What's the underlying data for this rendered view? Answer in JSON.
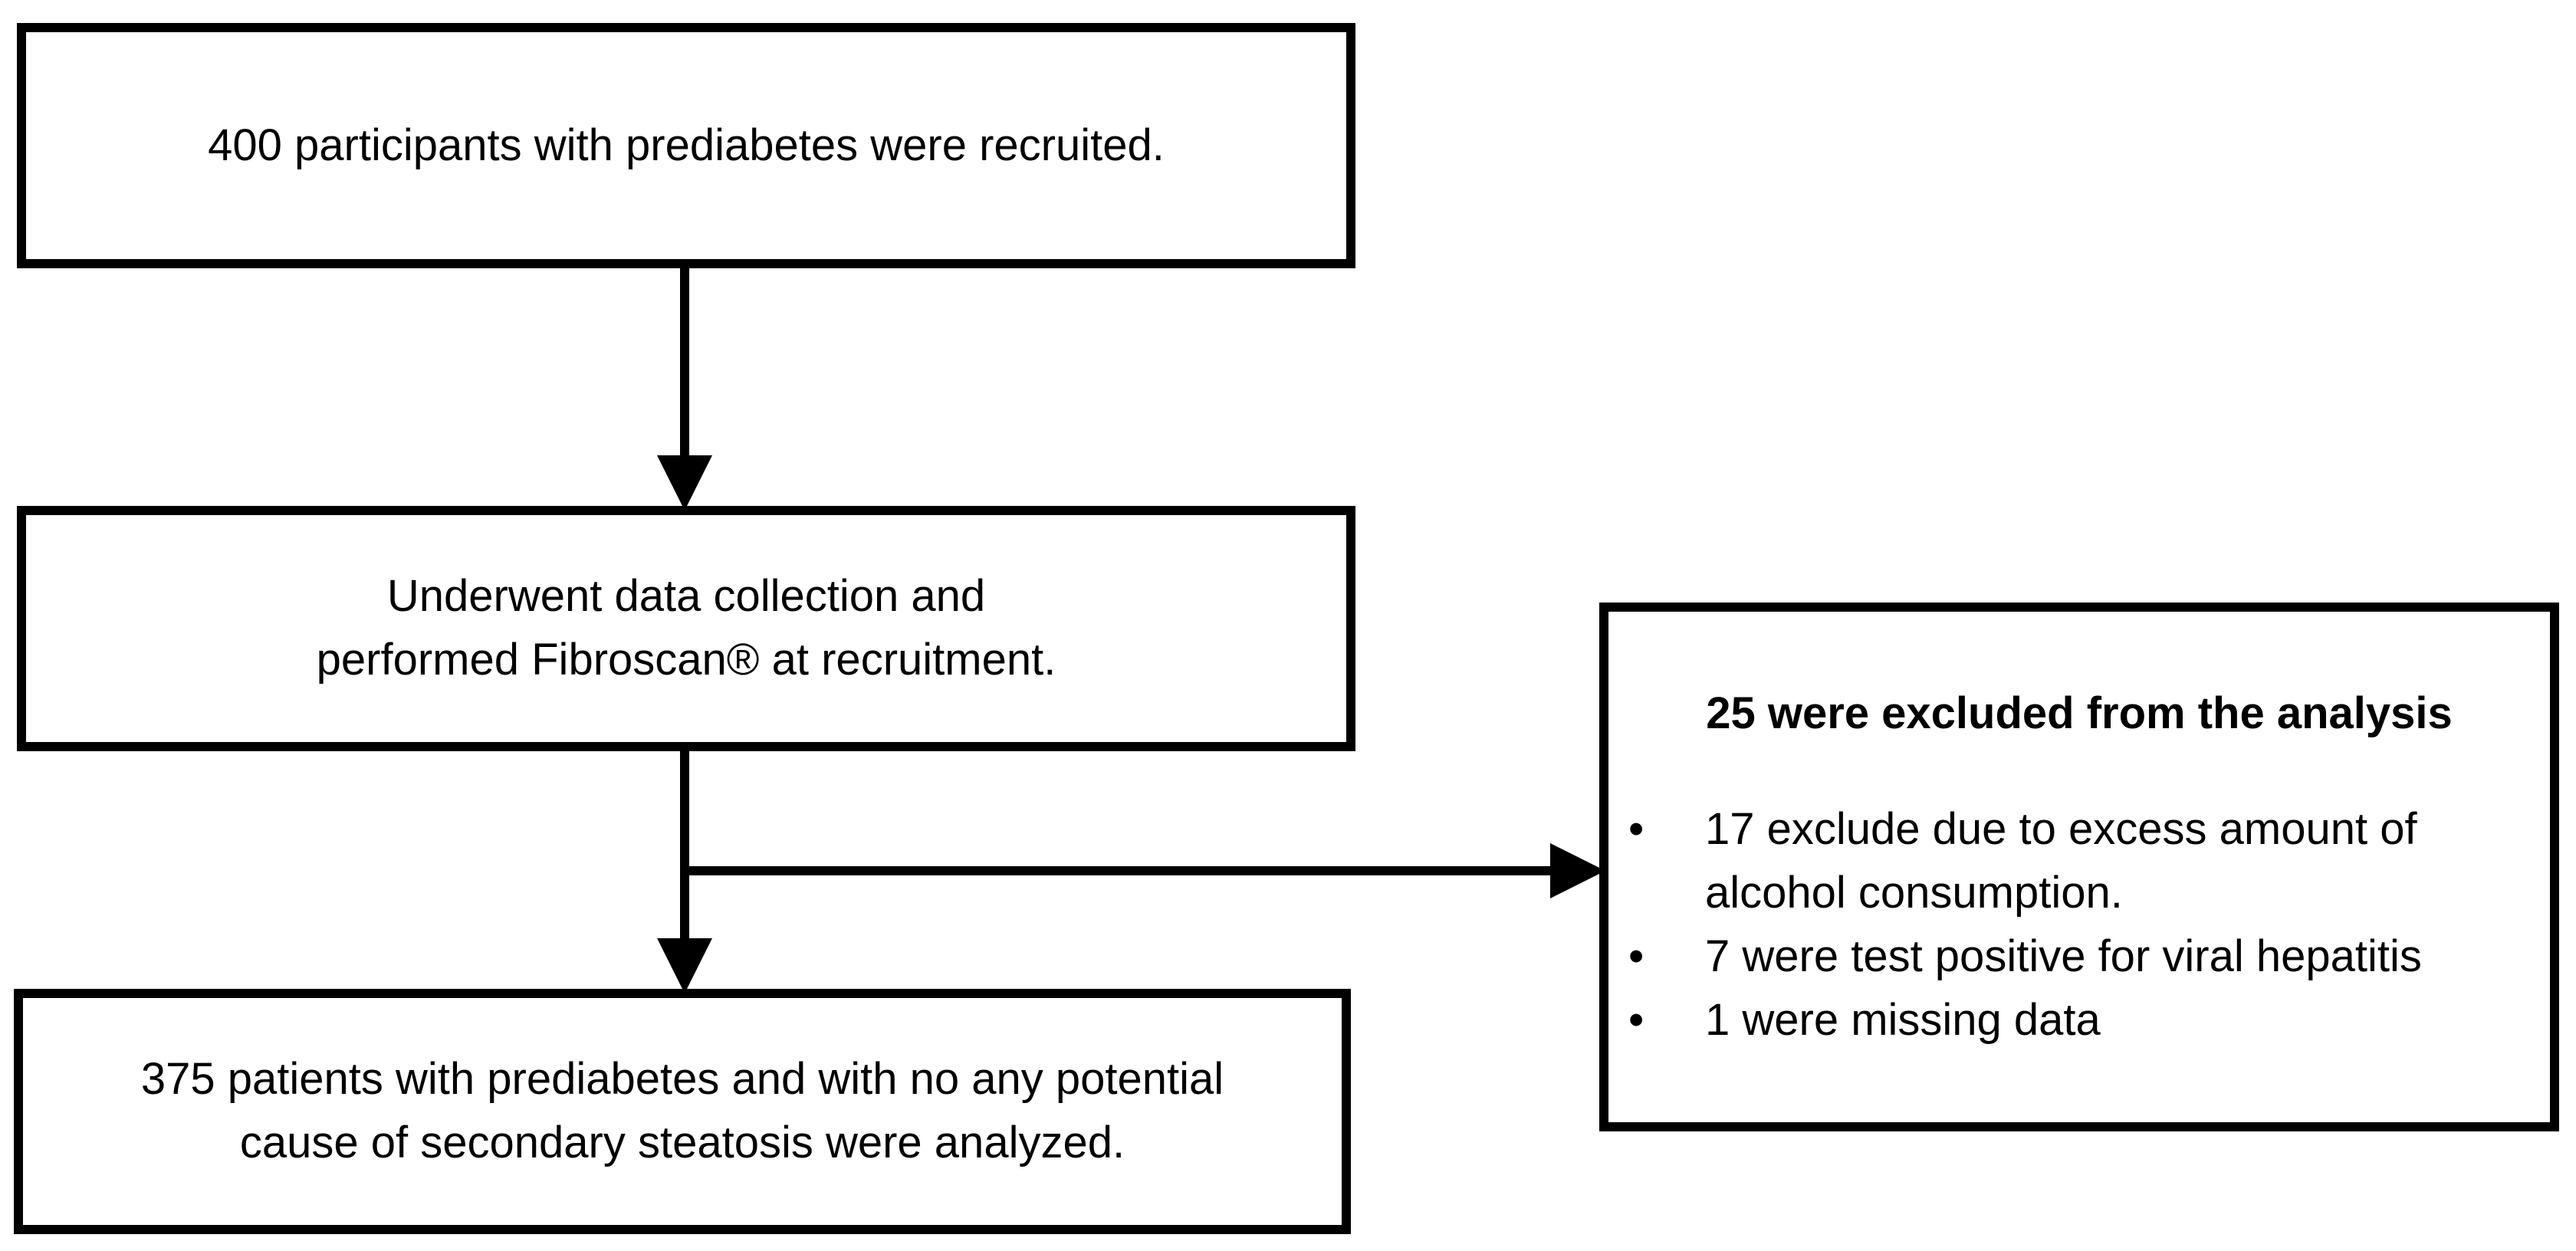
{
  "diagram": {
    "recruited": {
      "text": "400 participants with prediabetes were recruited."
    },
    "data_collection": {
      "lines": [
        "Underwent data collection and",
        "performed Fibroscan® at recruitment."
      ]
    },
    "analyzed": {
      "lines": [
        "375 patients with prediabetes and with no any potential",
        "cause of secondary steatosis were analyzed."
      ]
    },
    "excluded": {
      "title": "25 were excluded from the analysis",
      "items": [
        {
          "bullet": "•",
          "text": "17 exclude due to  excess amount of alcohol consumption."
        },
        {
          "bullet": "•",
          "text": "7 were test positive for viral hepatitis"
        },
        {
          "bullet": "•",
          "text": "1 were missing data"
        }
      ]
    }
  }
}
